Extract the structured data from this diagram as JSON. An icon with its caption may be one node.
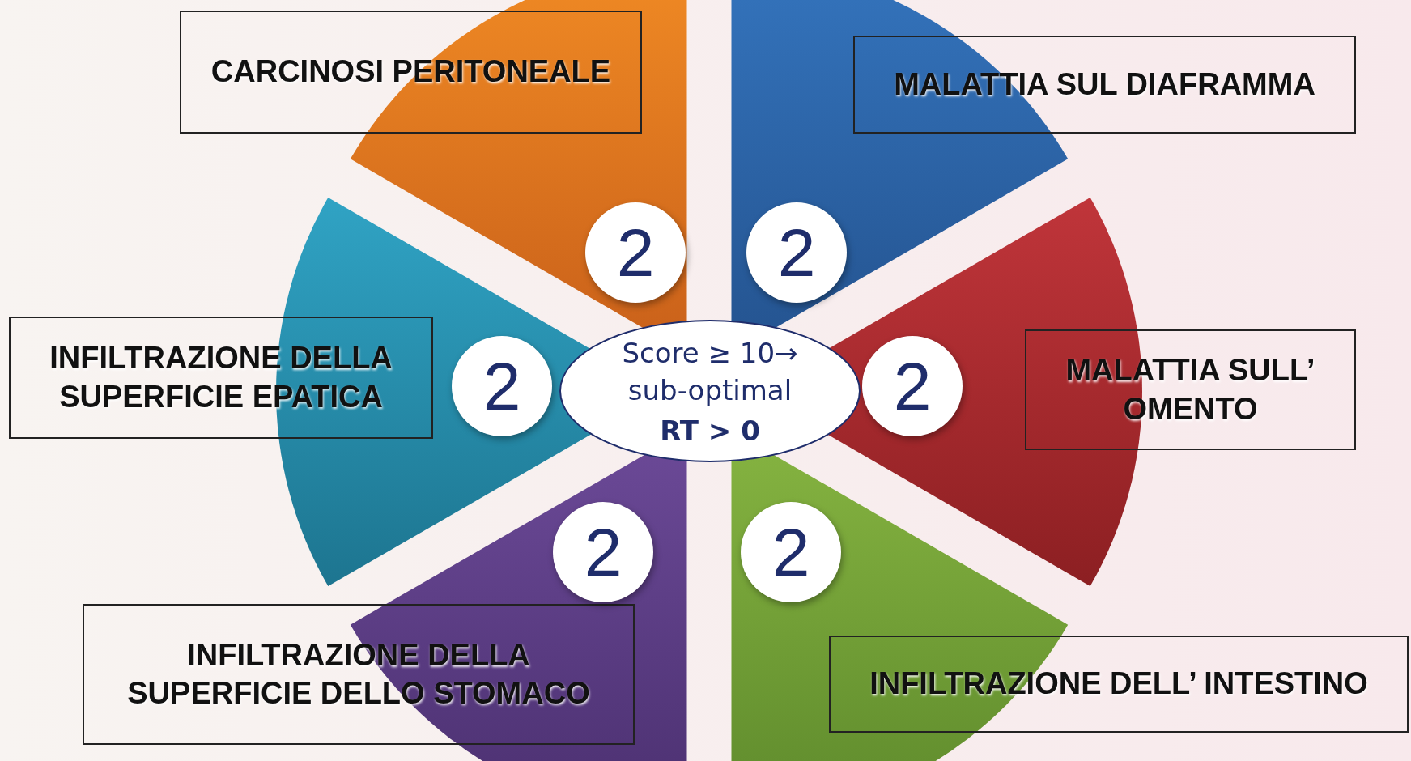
{
  "diagram": {
    "nodes": [
      {
        "text": [
          "CARCINOSI PERITONEALE"
        ]
      },
      {
        "text": [
          "MALATTIA SUL DIAFRAMMA"
        ]
      },
      {
        "text": [
          "INFILTRAZIONE DELLA SUPERFICIE EPATICA"
        ]
      },
      {
        "text": [
          "MALATTIA SULL’ OMENTO"
        ]
      },
      {
        "text": [
          "INFILTRAZIONE DELLA SUPERFICIE DELLO STOMACO"
        ]
      },
      {
        "text": [
          "INFILTRAZIONE DELL’ INTESTINO"
        ]
      },
      {
        "text": [
          "2"
        ]
      },
      {
        "text": [
          "2"
        ]
      },
      {
        "text": [
          "2"
        ]
      },
      {
        "text": [
          "2"
        ]
      },
      {
        "text": [
          "2"
        ]
      },
      {
        "text": [
          "2"
        ]
      },
      {
        "text": [
          "Score ≥ 10→ sub-optimal",
          "RT > 0"
        ]
      }
    ]
  }
}
